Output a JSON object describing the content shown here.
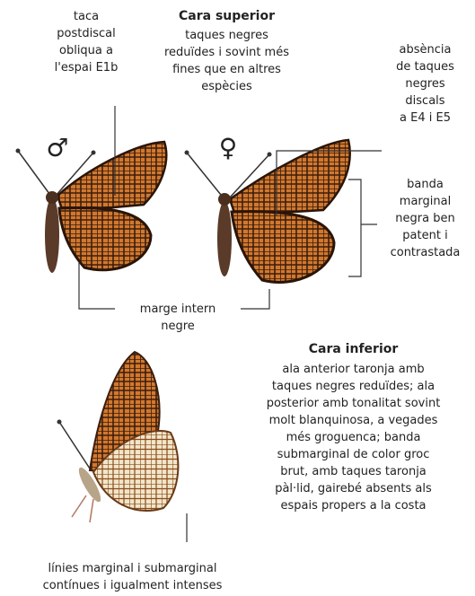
{
  "labels": {
    "taca_postdiscal": "taca\npostdiscal\nobliqua a\nl'espai E1b",
    "cara_superior_title": "Cara superior",
    "cara_superior_text": "taques negres\nreduïdes i sovint més\nfines que en altres\nespècies",
    "absencia": "absència\nde taques\nnegres\ndiscals\na E4 i E5",
    "male_symbol": "♂",
    "female_symbol": "♀",
    "banda_marginal": "banda\nmarginal\nnegra ben\npatent i\ncontrastada",
    "marge_intern": "marge intern\nnegre",
    "cara_inferior_title": "Cara inferior",
    "cara_inferior_text": "ala anterior taronja amb\ntaques negres reduïdes; ala\nposterior amb tonalitat sovint\nmolt blanquinosa, a vegades\nmés groguenca; banda\nsubmarginal de color groc\nbrut, amb taques taronja\npàl·lid, gairebé absents als\nespais propers a la costa",
    "linies_marginal": "línies marginal i submarginal\ncontínues i igualment intenses"
  },
  "colors": {
    "wing_orange": "#d2782e",
    "wing_dark": "#3a1e0e",
    "underside_cream": "#f1e6c9",
    "leader_line": "#333333"
  }
}
